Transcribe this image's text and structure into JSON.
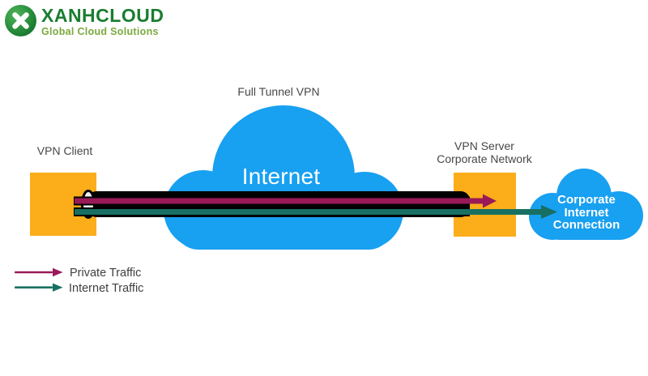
{
  "logo": {
    "brand": "XANHCLOUD",
    "tagline": "Global Cloud Solutions"
  },
  "diagram": {
    "title": "Full Tunnel VPN",
    "vpn_client_label": "VPN Client",
    "internet_cloud_label": "Internet",
    "vpn_server_label_line1": "VPN Server",
    "vpn_server_label_line2": "Corporate Network",
    "corporate_cloud_line1": "Corporate",
    "corporate_cloud_line2": "Internet",
    "corporate_cloud_line3": "Connection",
    "legend": [
      {
        "label": "Private Traffic",
        "color": "#9a1a58"
      },
      {
        "label": "Internet Traffic",
        "color": "#177062"
      }
    ]
  },
  "colors": {
    "cloud_blue": "#18a0f1",
    "box_orange": "#fbad1a",
    "tunnel_black": "#010101",
    "private_traffic": "#9a1a58",
    "internet_traffic": "#177062",
    "brand_green": "#1a7d31",
    "tagline_green": "#7ba83e"
  }
}
